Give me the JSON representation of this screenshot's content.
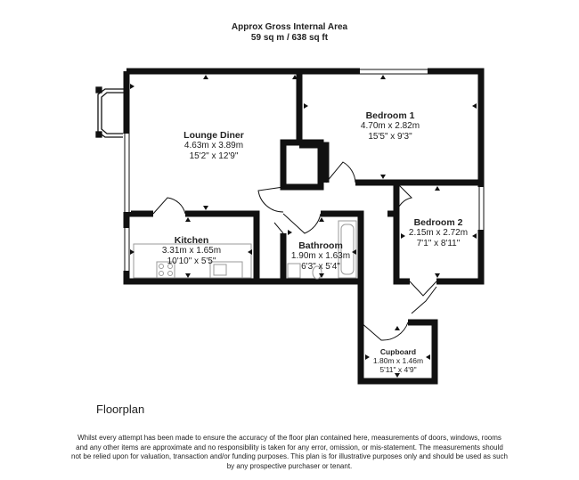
{
  "header": {
    "title": "Approx Gross Internal Area",
    "area": "59 sq m / 638 sq ft"
  },
  "rooms": [
    {
      "name": "Lounge Diner",
      "metric": "4.63m x 3.89m",
      "imperial": "15'2\" x 12'9\""
    },
    {
      "name": "Bedroom 1",
      "metric": "4.70m x 2.82m",
      "imperial": "15'5\" x 9'3\""
    },
    {
      "name": "Bedroom 2",
      "metric": "2.15m x 2.72m",
      "imperial": "7'1\" x 8'11\""
    },
    {
      "name": "Kitchen",
      "metric": "3.31m x 1.65m",
      "imperial": "10'10\" x 5'5\""
    },
    {
      "name": "Bathroom",
      "metric": "1.90m x 1.63m",
      "imperial": "6'3\" x 5'4\""
    },
    {
      "name": "Cupboard",
      "metric": "1.80m x 1.46m",
      "imperial": "5'11\" x 4'9\""
    }
  ],
  "caption": "Floorplan",
  "disclaimer": "Whilst every attempt has been made to ensure the accuracy of the floor plan contained here, measurements of doors, windows, rooms and any other items are approximate and no responsibility is taken for any error, omission, or mis-statement. The measurements should not be relied upon for valuation, transaction and/or funding purposes. This plan is for illustrative purposes only and should be used as such by any prospective purchaser or tenant.",
  "colors": {
    "wall": "#111111",
    "fixture": "#9a9a9a",
    "arrow": "#111111"
  }
}
